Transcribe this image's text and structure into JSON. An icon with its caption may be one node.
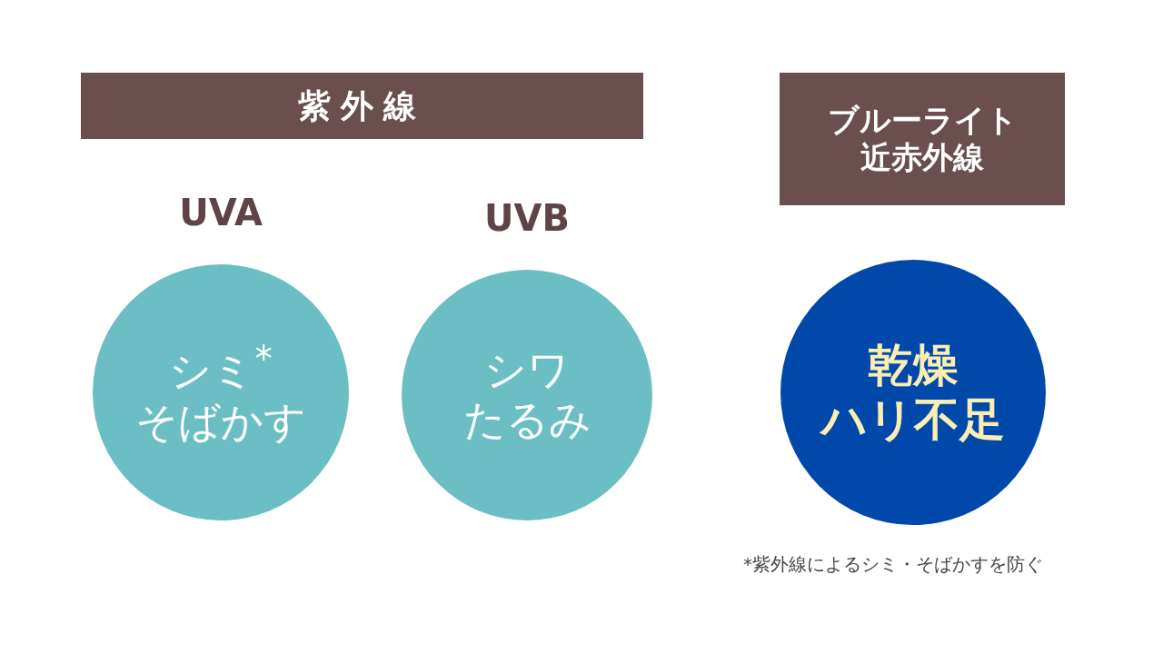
{
  "diagram": {
    "nodes": [
      {
        "text": [
          "紫外線"
        ]
      },
      {
        "text": [
          "ブルーライト",
          "近赤外線"
        ]
      },
      {
        "text": [
          "シミ$^{*}$",
          "そばかす"
        ],
        "beside": [
          "UVA"
        ]
      },
      {
        "text": [
          "シワ",
          "たるみ"
        ],
        "beside": [
          "UVB"
        ]
      },
      {
        "text": [
          "乾燥",
          "ハリ不足"
        ]
      }
    ],
    "labels": [
      "*紫外線によるシミ・そばかすを防ぐ"
    ]
  }
}
